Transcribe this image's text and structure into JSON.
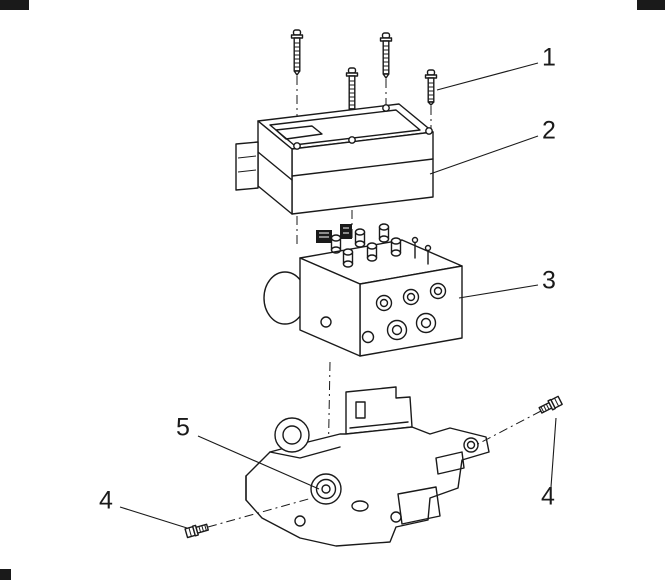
{
  "figure": {
    "background_color": "#ffffff",
    "line_color": "#1a1a1a",
    "callouts": [
      {
        "label": "1"
      },
      {
        "label": "2"
      },
      {
        "label": "3"
      },
      {
        "label": "5"
      },
      {
        "label": "4"
      },
      {
        "label": "4"
      }
    ]
  }
}
